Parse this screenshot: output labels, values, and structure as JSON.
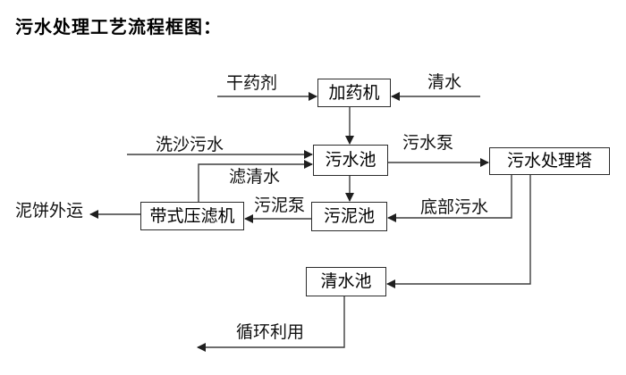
{
  "title": "污水处理工艺流程框图：",
  "nodes": [
    {
      "id": "dosing-machine",
      "label": "加药机"
    },
    {
      "id": "sewage-pool",
      "label": "污水池"
    },
    {
      "id": "treatment-tower",
      "label": "污水处理塔"
    },
    {
      "id": "sludge-pool",
      "label": "污泥池"
    },
    {
      "id": "belt-filter-press",
      "label": "带式压滤机"
    },
    {
      "id": "clean-water-pool",
      "label": "清水池"
    }
  ],
  "flows": [
    {
      "label": "干药剂",
      "from": "",
      "to": "dosing-machine"
    },
    {
      "label": "清水",
      "from": "",
      "to": "dosing-machine"
    },
    {
      "label": "",
      "from": "dosing-machine",
      "to": "sewage-pool"
    },
    {
      "label": "洗沙污水",
      "from": "",
      "to": "sewage-pool"
    },
    {
      "label": "滤清水",
      "from": "belt-filter-press",
      "to": "sewage-pool"
    },
    {
      "label": "污水泵",
      "from": "sewage-pool",
      "to": "treatment-tower"
    },
    {
      "label": "",
      "from": "sewage-pool",
      "to": "sludge-pool"
    },
    {
      "label": "底部污水",
      "from": "treatment-tower",
      "to": "sludge-pool"
    },
    {
      "label": "污泥泵",
      "from": "sludge-pool",
      "to": "belt-filter-press"
    },
    {
      "label": "泥饼外运",
      "from": "belt-filter-press",
      "to": ""
    },
    {
      "label": "",
      "from": "treatment-tower",
      "to": "clean-water-pool"
    },
    {
      "label": "循环利用",
      "from": "clean-water-pool",
      "to": ""
    }
  ],
  "colors": {
    "background": "#ffffff",
    "line": "#3d3d3d",
    "arrowhead": "#1f1f1f",
    "box_border": "#2b2b2b",
    "text": "#000000"
  }
}
